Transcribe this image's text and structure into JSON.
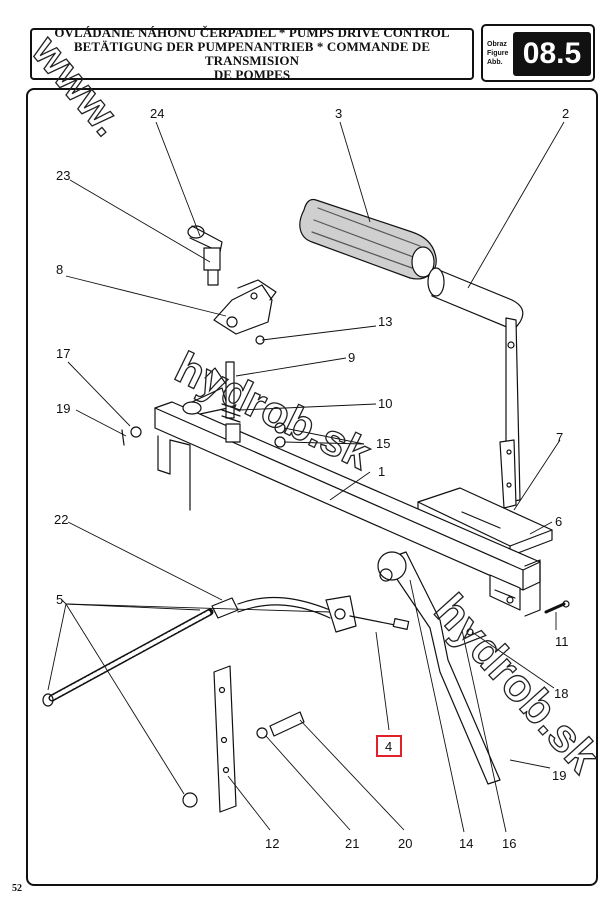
{
  "header": {
    "line1": "OVLÁDANIE NÁHONU ČERPADIEL * PUMPS DRIVE CONTROL",
    "line2": "BETÄTIGUNG DER PUMPENANTRIEB * COMMANDE DE TRANSMISION",
    "line3": "DE POMPES"
  },
  "figure": {
    "label_sk": "Obraz",
    "label_en": "Figure",
    "label_de": "Abb.",
    "number": "08.5"
  },
  "callouts": {
    "c24": "24",
    "c3": "3",
    "c2": "2",
    "c23": "23",
    "c8": "8",
    "c13": "13",
    "c17": "17",
    "c9": "9",
    "c19a": "19",
    "c10": "10",
    "c15": "15",
    "c1": "1",
    "c7": "7",
    "c22": "22",
    "c6": "6",
    "c5": "5",
    "c11": "11",
    "c18": "18",
    "c4": "4",
    "c19b": "19",
    "c12": "12",
    "c21": "21",
    "c20": "20",
    "c14": "14",
    "c16": "16"
  },
  "highlighted_part": "4",
  "highlight_color": "#e0202a",
  "watermark": {
    "part1": "www.",
    "part2": "hydrob.sk",
    "part3": "hydrob.sk"
  },
  "page_number": "52"
}
